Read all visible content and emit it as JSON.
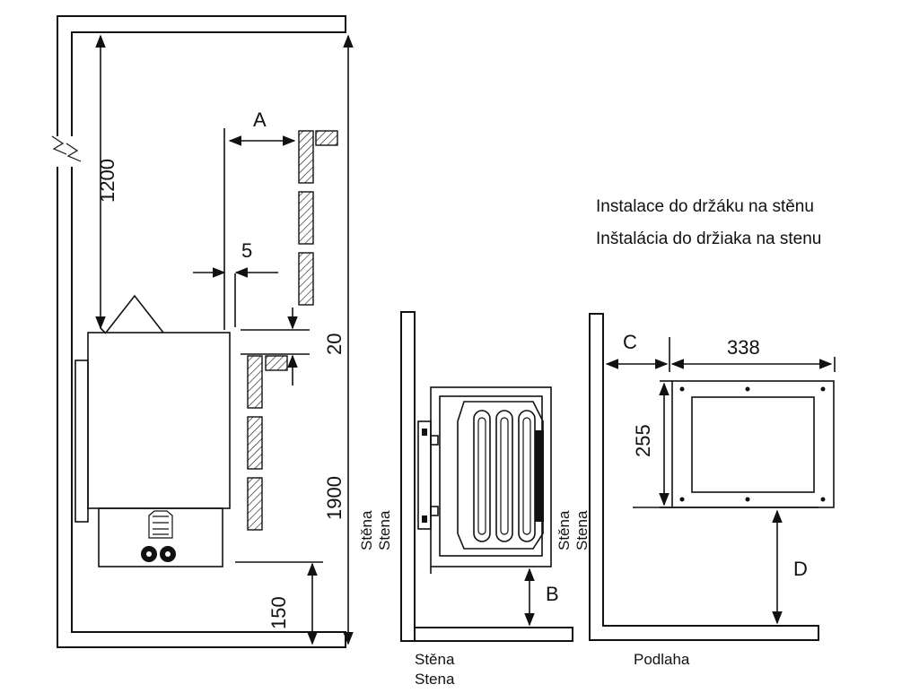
{
  "title_lines": [
    "Instalace do držáku na stěnu",
    "Inštalácia do držiaka na stenu"
  ],
  "dimensions": {
    "a": "A",
    "gap5": "5",
    "h1200": "1200",
    "h20": "20",
    "h1900": "1900",
    "h150": "150",
    "b": "B",
    "c": "C",
    "w338": "338",
    "h255": "255",
    "d": "D"
  },
  "labels": {
    "wall_cz": "Stěna",
    "wall_sk": "Stena",
    "floor": "Podlaha"
  }
}
